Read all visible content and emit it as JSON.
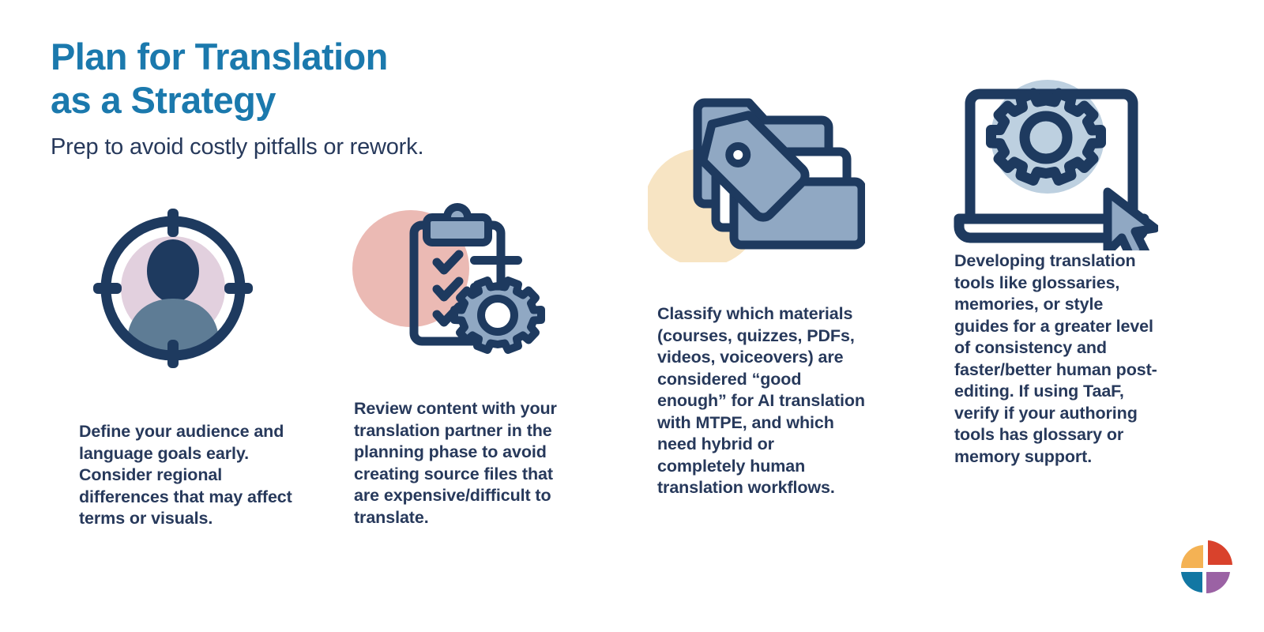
{
  "header": {
    "title": "Plan for Translation\nas a Strategy",
    "subtitle": "Prep to avoid costly pitfalls or rework."
  },
  "colors": {
    "title_blue": "#1B79AD",
    "body_navy": "#27395B",
    "icon_outline_navy": "#1E3A5F",
    "icon_fill_slate": "#90A8C3",
    "circle_pink_lavender": "#E2D0DE",
    "circle_salmon": "#EBBAB4",
    "circle_cream": "#F7E4C3",
    "circle_light_blue": "#BDD0E0",
    "background": "#FFFFFF",
    "logo_red": "#D9422C",
    "logo_amber": "#F4B košt54",
    "logo_blue": "#1277A3",
    "logo_purple": "#9B62A4"
  },
  "columns": [
    {
      "id": "audience",
      "icon": "target-person-icon",
      "text": "Define your audience and language goals early. Consider regional differences that may affect terms or visuals."
    },
    {
      "id": "review",
      "icon": "clipboard-checklist-gear-icon",
      "text": "Review content with your translation partner in the planning phase to avoid creating source files that are expensive/difficult to translate."
    },
    {
      "id": "classify",
      "icon": "folders-tag-icon",
      "text": "Classify which materials (courses, quizzes, PDFs, videos, voiceovers) are considered “good enough” for AI translation with MTPE, and which need hybrid or completely human translation workflows."
    },
    {
      "id": "tools",
      "icon": "laptop-gear-cursor-icon",
      "text": "Developing translation tools like glossaries, memories, or style guides for a greater level of consistency and faster/better human post-editing. If using TaaF, verify if your authoring tools has glossary or memory support."
    }
  ],
  "logo": {
    "name": "four-quadrant-circle-logo"
  }
}
